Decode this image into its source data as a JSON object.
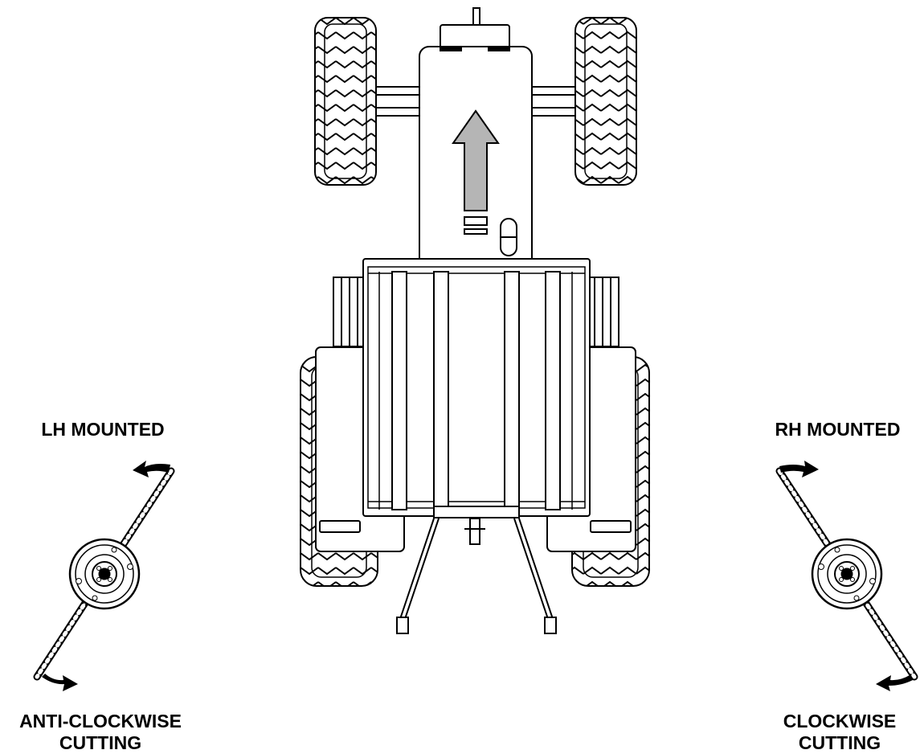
{
  "labels": {
    "lh_mounted": "LH MOUNTED",
    "rh_mounted": "RH MOUNTED",
    "anti_clockwise_line1": "ANTI-CLOCKWISE",
    "anti_clockwise_line2": "CUTTING",
    "clockwise_line1": "CLOCKWISE",
    "clockwise_line2": "CUTTING"
  },
  "colors": {
    "line": "#000000",
    "background": "#ffffff",
    "direction_arrow_fill": "#b5b5b5"
  },
  "icons": {
    "travel_direction": "up-arrow-icon",
    "rotation_direction": "curved-arrow-icon"
  }
}
